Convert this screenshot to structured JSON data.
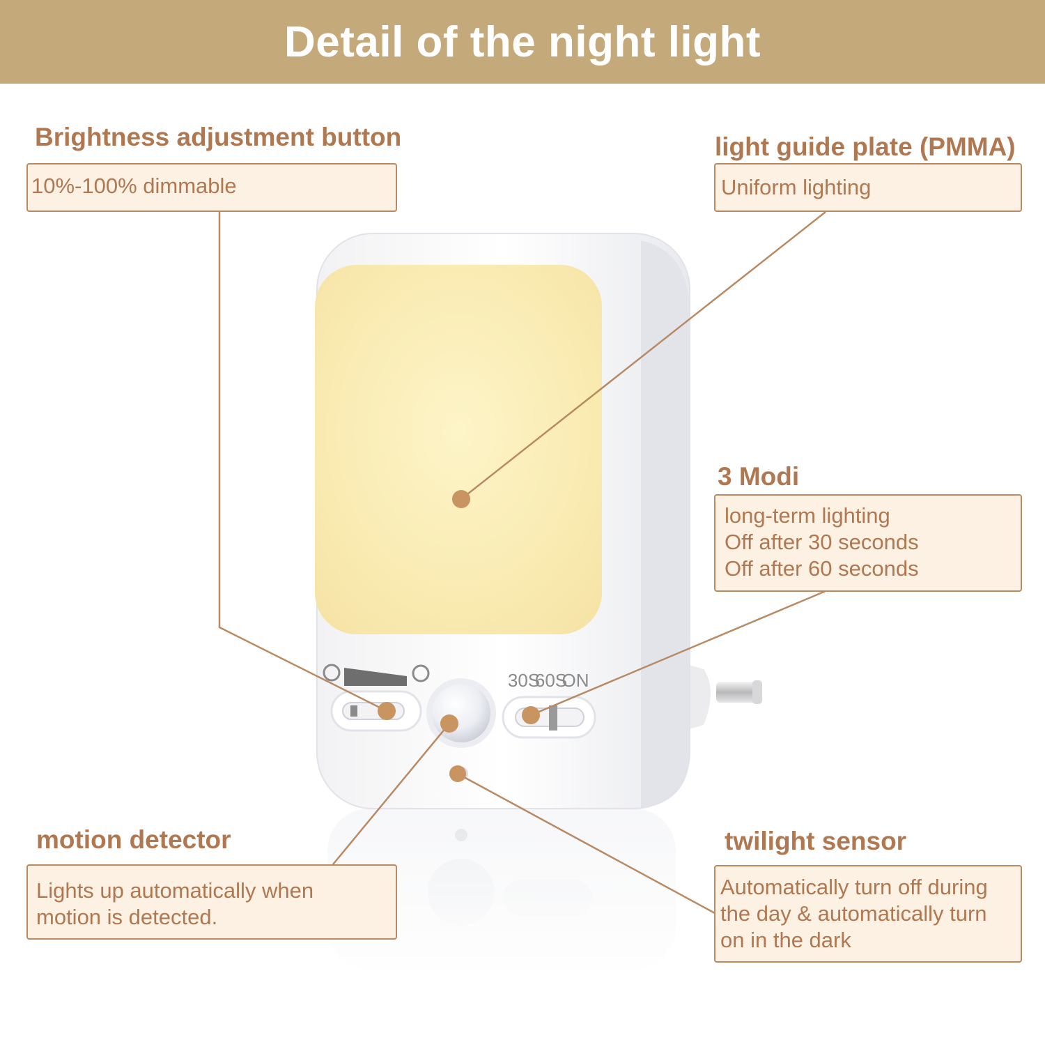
{
  "title": "Detail of the night light",
  "colors": {
    "banner": "#c4a97a",
    "label_text": "#b07850",
    "box_fill": "#fdf1e4",
    "box_border": "#b88a64",
    "pointer_dot": "#c89460",
    "light_panel": "#f9edb3"
  },
  "device": {
    "mode_labels": [
      "30S",
      "60S",
      "ON"
    ]
  },
  "callouts": {
    "brightness": {
      "label": "Brightness adjustment button",
      "text": "10%-100% dimmable"
    },
    "light_guide": {
      "label": "light guide plate (PMMA)",
      "text": "Uniform lighting"
    },
    "modes": {
      "label": "3 Modi",
      "lines": [
        "long-term lighting",
        "Off after 30 seconds",
        "Off after 60 seconds"
      ]
    },
    "motion": {
      "label": "motion detector",
      "lines": [
        "Lights up automatically when",
        "motion is detected."
      ]
    },
    "twilight": {
      "label": "twilight sensor",
      "lines": [
        "Automatically turn off during",
        "the day & automatically turn",
        "on in the dark"
      ]
    }
  }
}
